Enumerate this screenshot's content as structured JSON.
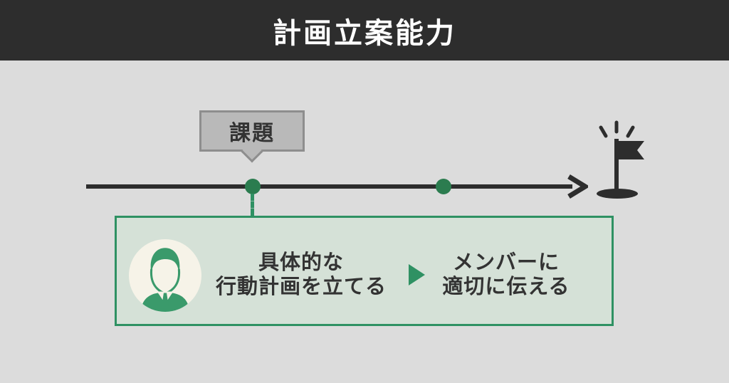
{
  "header": {
    "title": "計画立案能力"
  },
  "timeline": {
    "callout_label": "課題",
    "goal_icon": "goal-flag-icon",
    "arrow_icon": "arrowhead-right-icon",
    "milestone_dot_count": 2
  },
  "process": {
    "avatar_icon": "businessman-icon",
    "separator_icon": "triangle-right-icon",
    "steps": [
      {
        "lines": [
          "具体的な",
          "行動計画を立てる"
        ]
      },
      {
        "lines": [
          "メンバーに",
          "適切に伝える"
        ]
      }
    ]
  },
  "colors": {
    "header_bg": "#2d2d2d",
    "canvas_bg": "#dcdcdc",
    "line_dark": "#2d2d2d",
    "accent_green": "#2f9163",
    "dot_green": "#2b7c4f",
    "box_fill": "#d5e1d7",
    "bubble_fill": "#b9b9b9",
    "bubble_border": "#8e8e8e",
    "text_dark": "#333333",
    "icon_circle_bg": "#f6f3e8",
    "person_green": "#3a9a6b",
    "title_white": "#ffffff"
  }
}
